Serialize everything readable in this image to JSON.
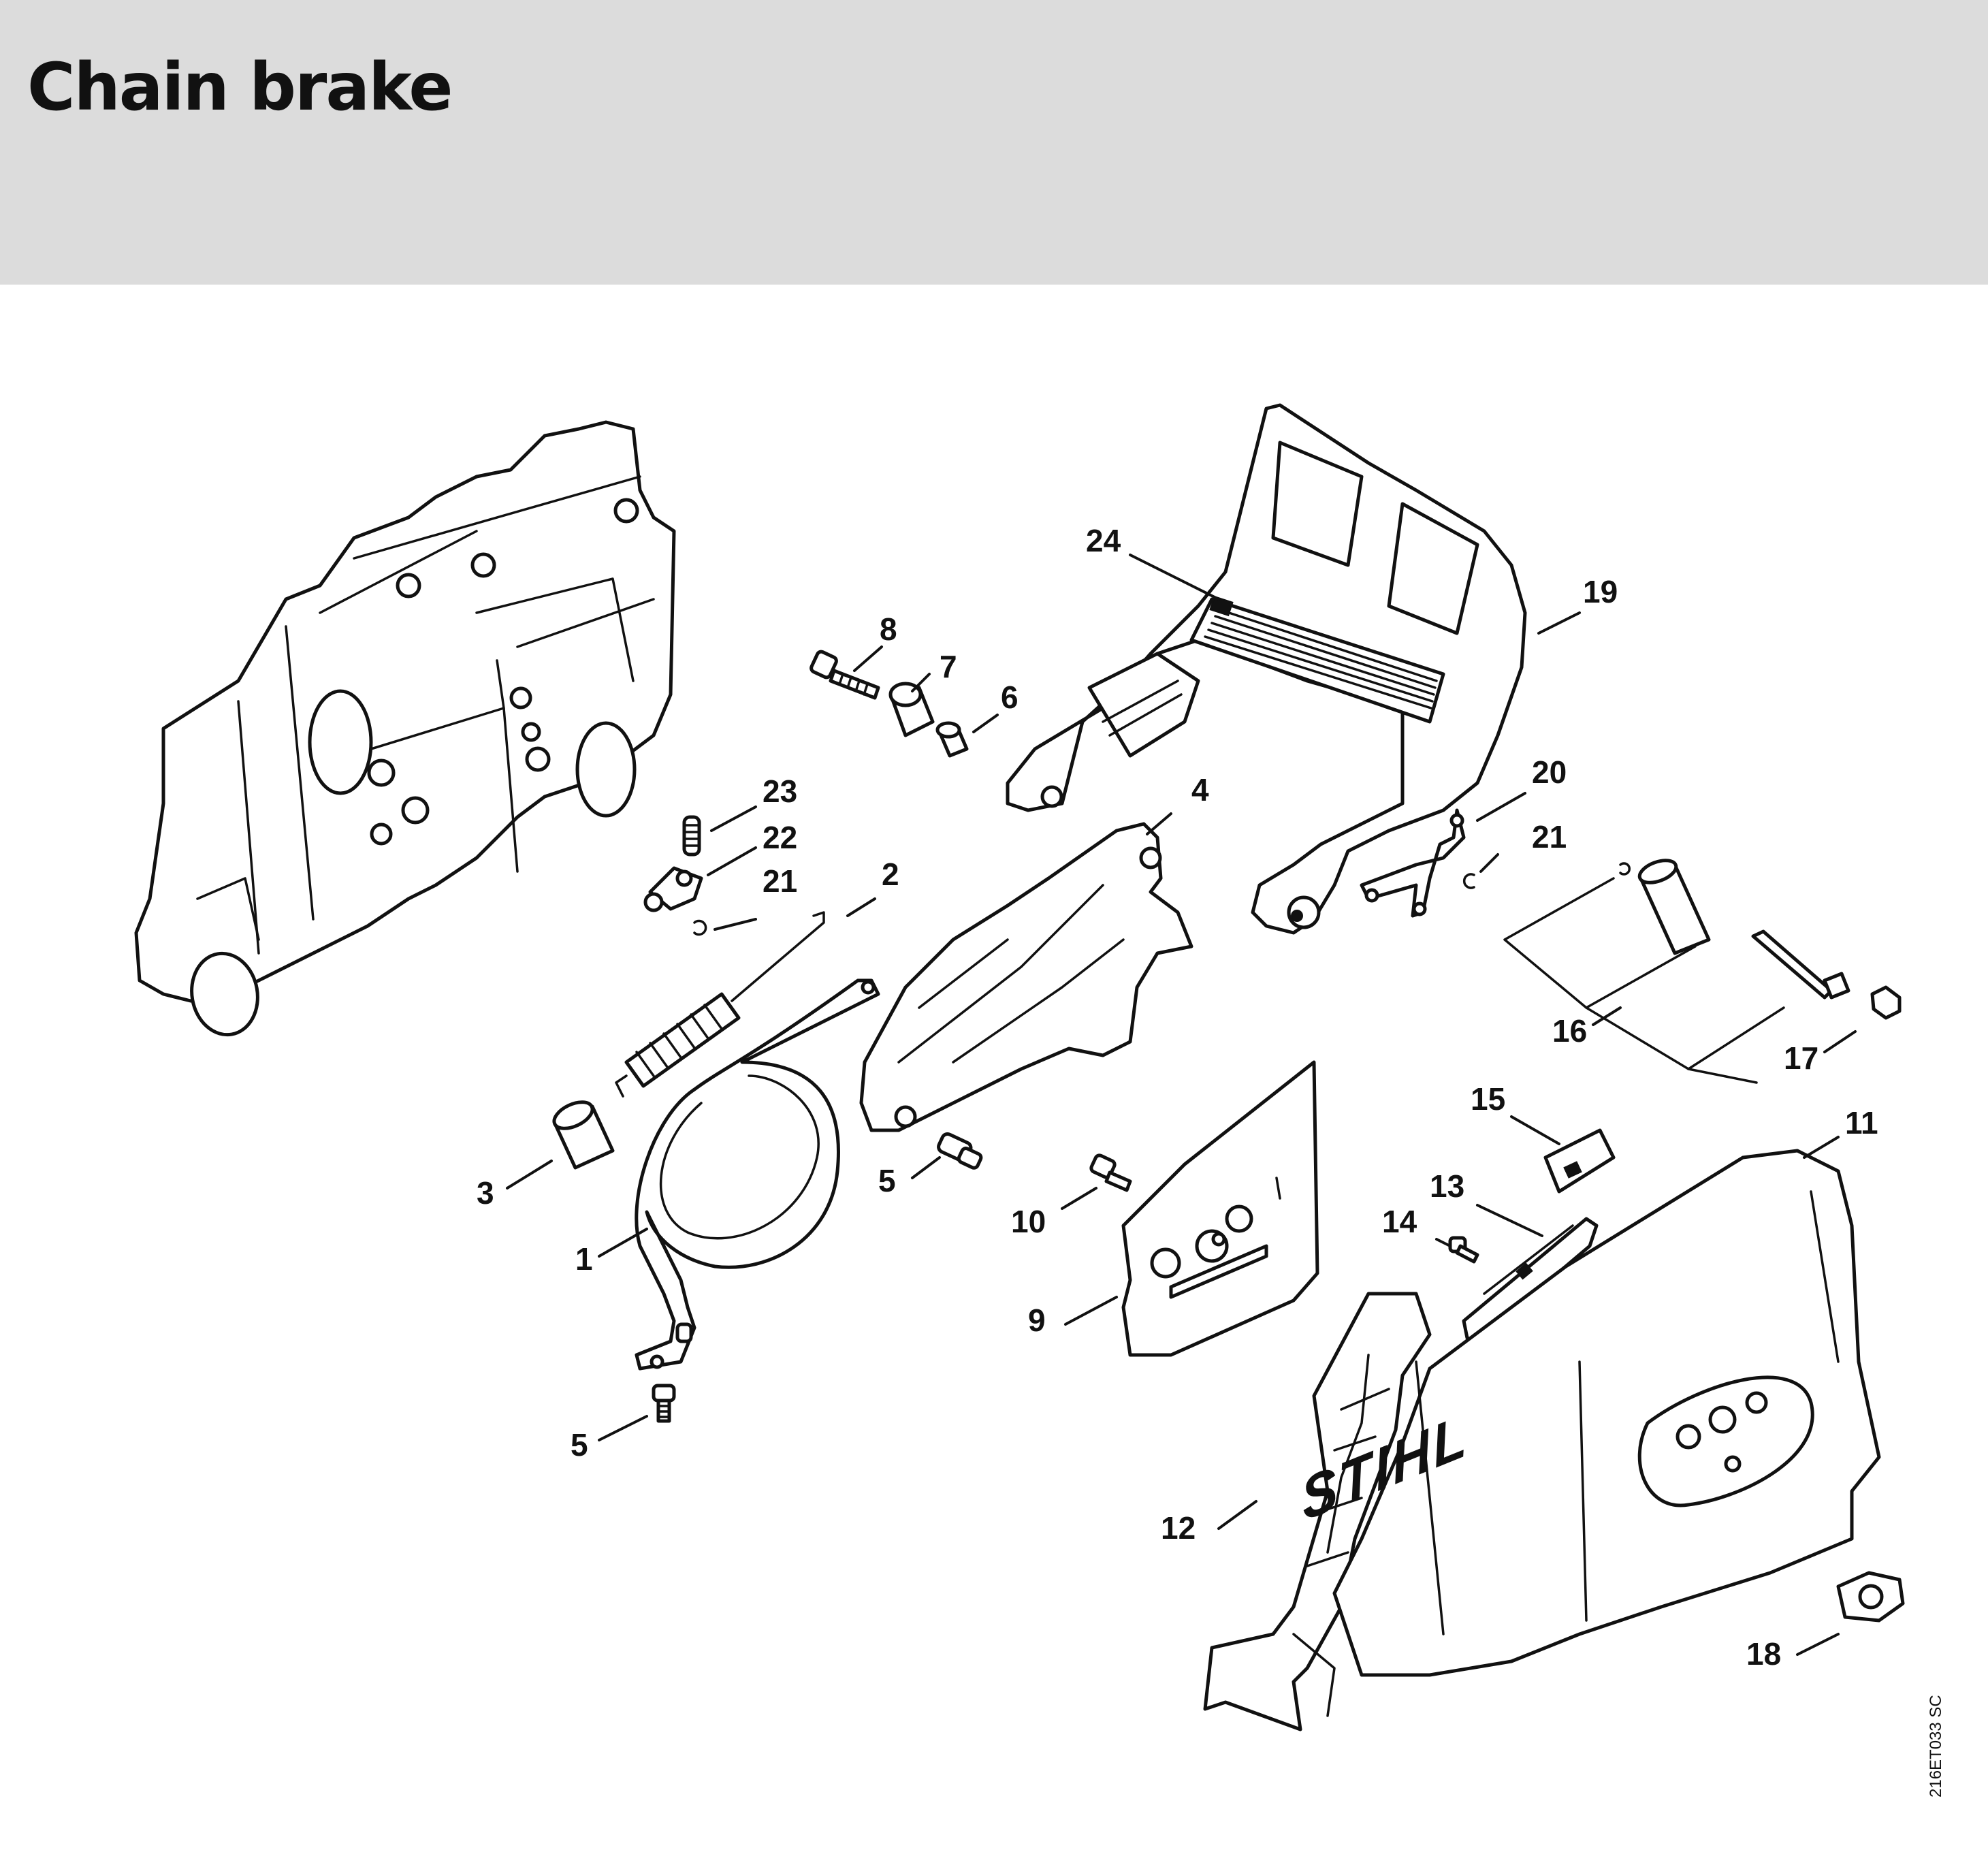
{
  "header": {
    "title": "Chain brake"
  },
  "diagram": {
    "reference_code": "216ET033 SC",
    "brand_mark": "STIHL",
    "callouts": [
      "1",
      "2",
      "3",
      "4",
      "5",
      "5",
      "6",
      "7",
      "8",
      "9",
      "10",
      "11",
      "12",
      "13",
      "14",
      "15",
      "16",
      "17",
      "18",
      "19",
      "20",
      "21",
      "21",
      "22",
      "23",
      "24"
    ]
  }
}
